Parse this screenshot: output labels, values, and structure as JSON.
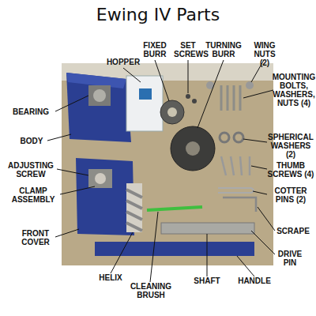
{
  "diagram": {
    "title": "Ewing IV Parts",
    "labels": [
      "HOPPER",
      "FIXED BURR",
      "SET SCREWS",
      "TURNING BURR",
      "WING NUTS (2)",
      "BEARING",
      "MOUNTING BOLTS, WASHERS, NUTS (4)",
      "BODY",
      "SPHERICAL WASHERS (2)",
      "ADJUSTING SCREW",
      "THUMB SCREWS (4)",
      "CLAMP ASSEMBLY",
      "COTTER PINS (2)",
      "FRONT COVER",
      "SCRAPE",
      "DRIVE PIN",
      "HELIX",
      "CLEANING BRUSH",
      "SHAFT",
      "HANDLE"
    ]
  }
}
